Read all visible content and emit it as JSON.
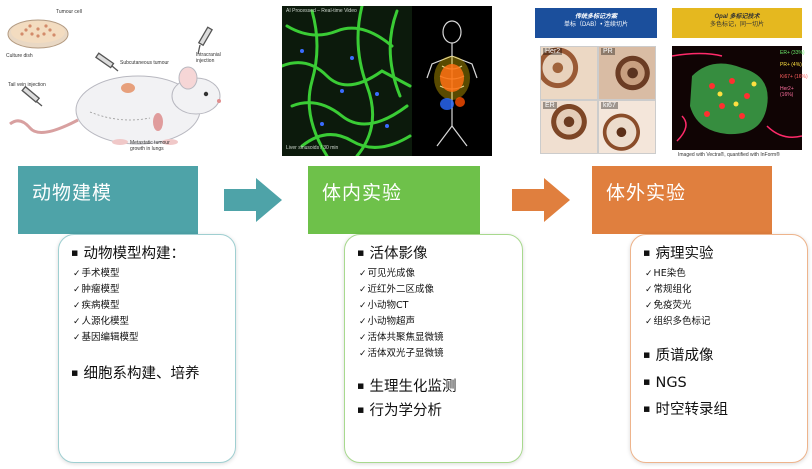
{
  "illustration_mouse": {
    "labels": [
      "Tumour cell",
      "Culture dish",
      "Subcutaneous tumour",
      "Intracranial injection",
      "Tail vein injection",
      "Metastatic tumour growth in lungs"
    ]
  },
  "illustration_imaging": {
    "overlay_title": "AI Processed – Real-time Video",
    "overlay_caption": "Liver sinusoids / 30 min"
  },
  "illustration_pathology": {
    "banner_left_title": "传统多标记方案",
    "banner_left_sub": "单标（DAB）• 连续切片",
    "banner_right_title": "Opal 多标记技术",
    "banner_right_sub": "多色标记，同一切片",
    "tiles": [
      "Her2",
      "PR",
      "ER",
      "ki67"
    ],
    "legend": [
      "ER+ (33%)",
      "PR+ (4%)",
      "Ki67+ (16%)",
      "Her2+ (16%)"
    ],
    "caption": "Imaged with Vectra®, quantified with InForm®"
  },
  "columns": [
    {
      "title": "动物建模",
      "items": [
        {
          "text": "动物模型构建：",
          "sub": [
            "手术模型",
            "肿瘤模型",
            "疾病模型",
            "人源化模型",
            "基因编辑模型"
          ]
        },
        {
          "text": "细胞系构建、培养",
          "sub": []
        }
      ]
    },
    {
      "title": "体内实验",
      "items": [
        {
          "text": "活体影像",
          "sub": [
            "可见光成像",
            "近红外二区成像",
            "小动物CT",
            "小动物超声",
            "活体共聚焦显微镜",
            "活体双光子显微镜"
          ]
        },
        {
          "text": "生理生化监测",
          "sub": []
        },
        {
          "text": "行为学分析",
          "sub": []
        }
      ]
    },
    {
      "title": "体外实验",
      "items": [
        {
          "text": "病理实验",
          "sub": [
            "HE染色",
            "常规组化",
            "免疫荧光",
            "组织多色标记"
          ]
        },
        {
          "text": "质谱成像",
          "sub": []
        },
        {
          "text": "NGS",
          "sub": []
        },
        {
          "text": "时空转录组",
          "sub": []
        }
      ]
    }
  ],
  "colors": {
    "col1": "#4ea3a8",
    "col2": "#6ec14a",
    "col3": "#e07f3e",
    "arrow1": "#4ea3a8",
    "arrow2": "#e07f3e"
  }
}
